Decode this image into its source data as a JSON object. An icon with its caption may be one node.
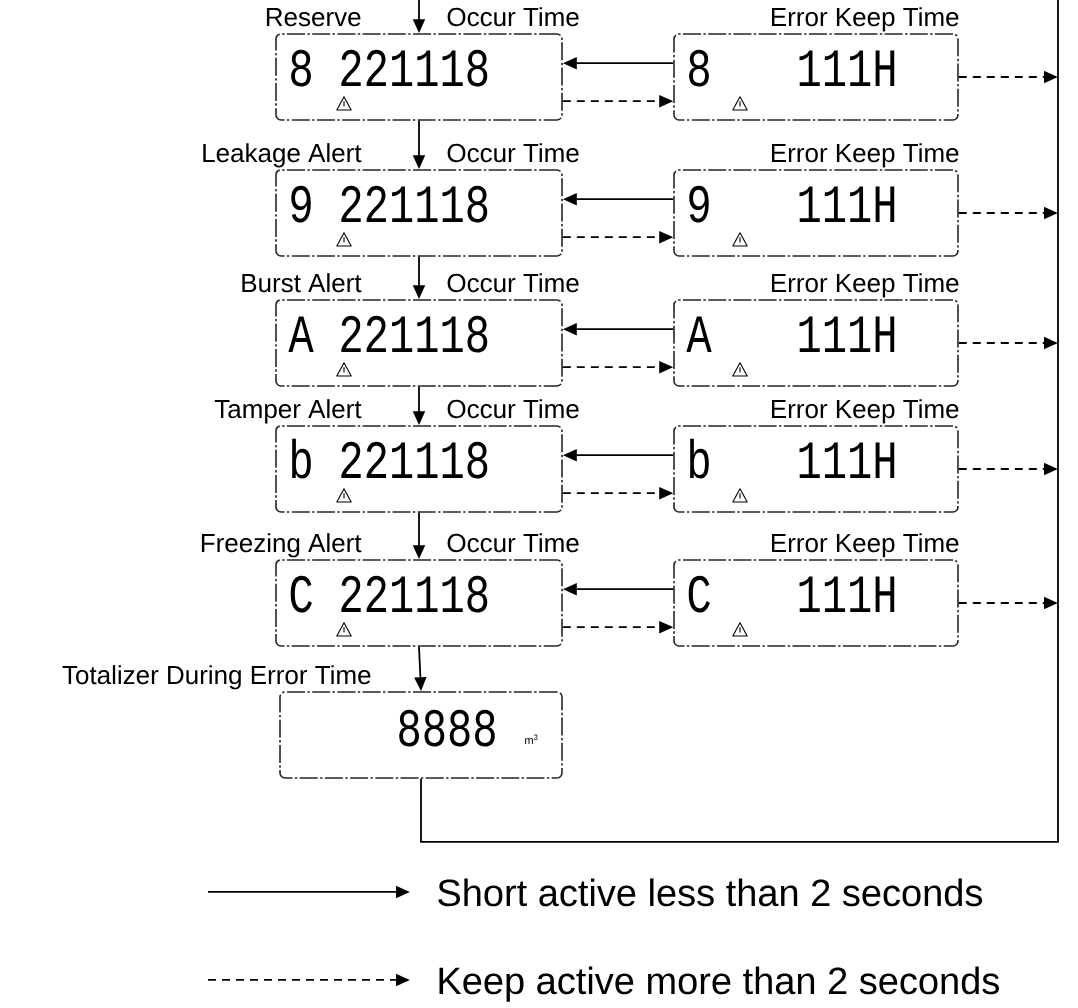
{
  "diagram": {
    "nodes": [
      {
        "text": [
          "Reserve",
          "Occur Time",
          "8",
          "221118"
        ]
      },
      {
        "text": [
          "Error Keep Time",
          "8",
          "111H"
        ]
      },
      {
        "text": [
          "Leakage Alert",
          "Occur Time",
          "9",
          "221118"
        ]
      },
      {
        "text": [
          "Error Keep Time",
          "9",
          "111H"
        ]
      },
      {
        "text": [
          "Burst Alert",
          "Occur Time",
          "A",
          "221118"
        ]
      },
      {
        "text": [
          "Error Keep Time",
          "A",
          "111H"
        ]
      },
      {
        "text": [
          "Tamper Alert",
          "Occur Time",
          "b",
          "221118"
        ]
      },
      {
        "text": [
          "Error Keep Time",
          "b",
          "111H"
        ]
      },
      {
        "text": [
          "Freezing Alert",
          "Occur Time",
          "C",
          "221118"
        ]
      },
      {
        "text": [
          "Error Keep Time",
          "C",
          "111H"
        ]
      },
      {
        "text": [
          "Totalizer During Error Time",
          "8888",
          "m$^{3}$"
        ]
      }
    ],
    "edges": [
      {
        "from": null,
        "to": 0,
        "arrow": "to"
      },
      {
        "from": 1,
        "to": 0,
        "arrow": "to"
      },
      {
        "from": 0,
        "to": 1,
        "arrow": "to",
        "style": "dashed"
      },
      {
        "from": 1,
        "to": null,
        "arrow": "to",
        "style": "dashed"
      },
      {
        "from": 0,
        "to": 2,
        "arrow": "to"
      },
      {
        "from": 3,
        "to": 2,
        "arrow": "to"
      },
      {
        "from": 2,
        "to": 3,
        "arrow": "to",
        "style": "dashed"
      },
      {
        "from": 3,
        "to": null,
        "arrow": "to",
        "style": "dashed"
      },
      {
        "from": 2,
        "to": 4,
        "arrow": "to"
      },
      {
        "from": 5,
        "to": 4,
        "arrow": "to"
      },
      {
        "from": 4,
        "to": 5,
        "arrow": "to",
        "style": "dashed"
      },
      {
        "from": 5,
        "to": null,
        "arrow": "to",
        "style": "dashed"
      },
      {
        "from": 4,
        "to": 6,
        "arrow": "to"
      },
      {
        "from": 7,
        "to": 6,
        "arrow": "to"
      },
      {
        "from": 6,
        "to": 7,
        "arrow": "to",
        "style": "dashed"
      },
      {
        "from": 7,
        "to": null,
        "arrow": "to",
        "style": "dashed"
      },
      {
        "from": 6,
        "to": 8,
        "arrow": "to"
      },
      {
        "from": 9,
        "to": 8,
        "arrow": "to"
      },
      {
        "from": 8,
        "to": 9,
        "arrow": "to",
        "style": "dashed"
      },
      {
        "from": 9,
        "to": null,
        "arrow": "to",
        "style": "dashed"
      },
      {
        "from": 8,
        "to": 10,
        "arrow": "to"
      },
      {
        "from": 10,
        "to": null,
        "arrow": "none"
      }
    ],
    "legend": [
      {
        "text": "Short active less than 2 seconds"
      },
      {
        "text": "Keep active more than 2 seconds"
      }
    ]
  }
}
